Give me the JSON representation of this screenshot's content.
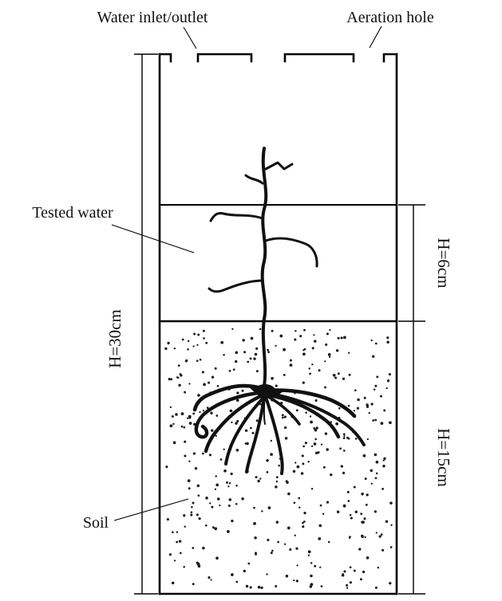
{
  "figure": {
    "top_labels": {
      "water_inlet_outlet": "Water inlet/outlet",
      "aeration_hole": "Aeration hole"
    },
    "region_labels": {
      "tested_water": "Tested water",
      "soil": "Soil"
    },
    "dimensions": {
      "total_height": "H=30cm",
      "water_height": "H=6cm",
      "soil_height": "H=15cm"
    },
    "colors": {
      "line": "#000000",
      "ink": "#111111",
      "stipple": "#1c1c1c",
      "background": "#ffffff"
    }
  }
}
